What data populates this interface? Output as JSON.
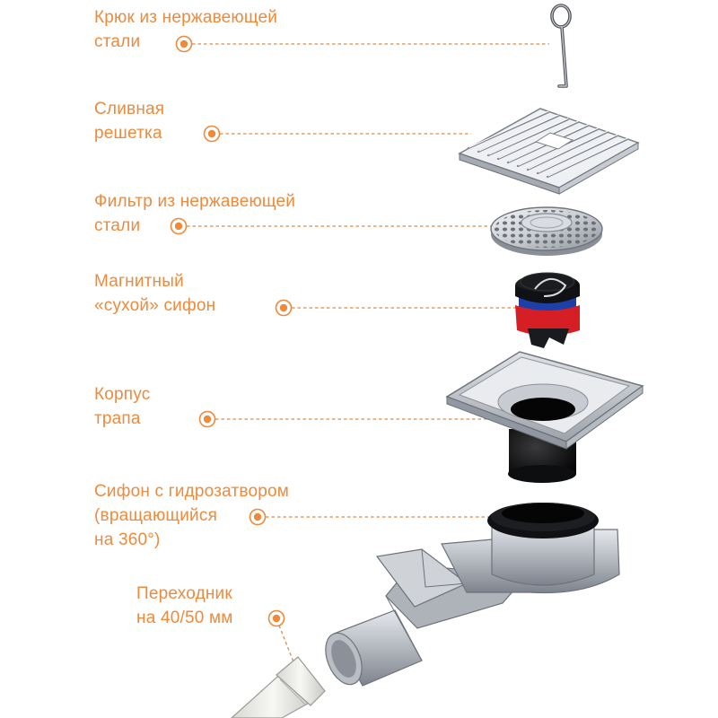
{
  "colors": {
    "label_text": "#EE8A3C",
    "marker": "#EE8A3C",
    "leader_line": "#E08A48"
  },
  "parts": [
    {
      "id": "hook",
      "lines": [
        "Крюк из нержавеющей",
        "стали"
      ]
    },
    {
      "id": "grate",
      "lines": [
        "Сливная",
        "решетка"
      ]
    },
    {
      "id": "filter",
      "lines": [
        "Фильтр из нержавеющей",
        "стали"
      ]
    },
    {
      "id": "dry-trap",
      "lines": [
        "Магнитный",
        "«сухой» сифон"
      ]
    },
    {
      "id": "body",
      "lines": [
        "Корпус",
        "трапа"
      ]
    },
    {
      "id": "water-trap",
      "lines": [
        "Сифон с гидрозатвором",
        "(вращающийся",
        "на 360°)"
      ]
    },
    {
      "id": "adapter",
      "lines": [
        "Переходник",
        "на 40/50 мм"
      ]
    }
  ]
}
